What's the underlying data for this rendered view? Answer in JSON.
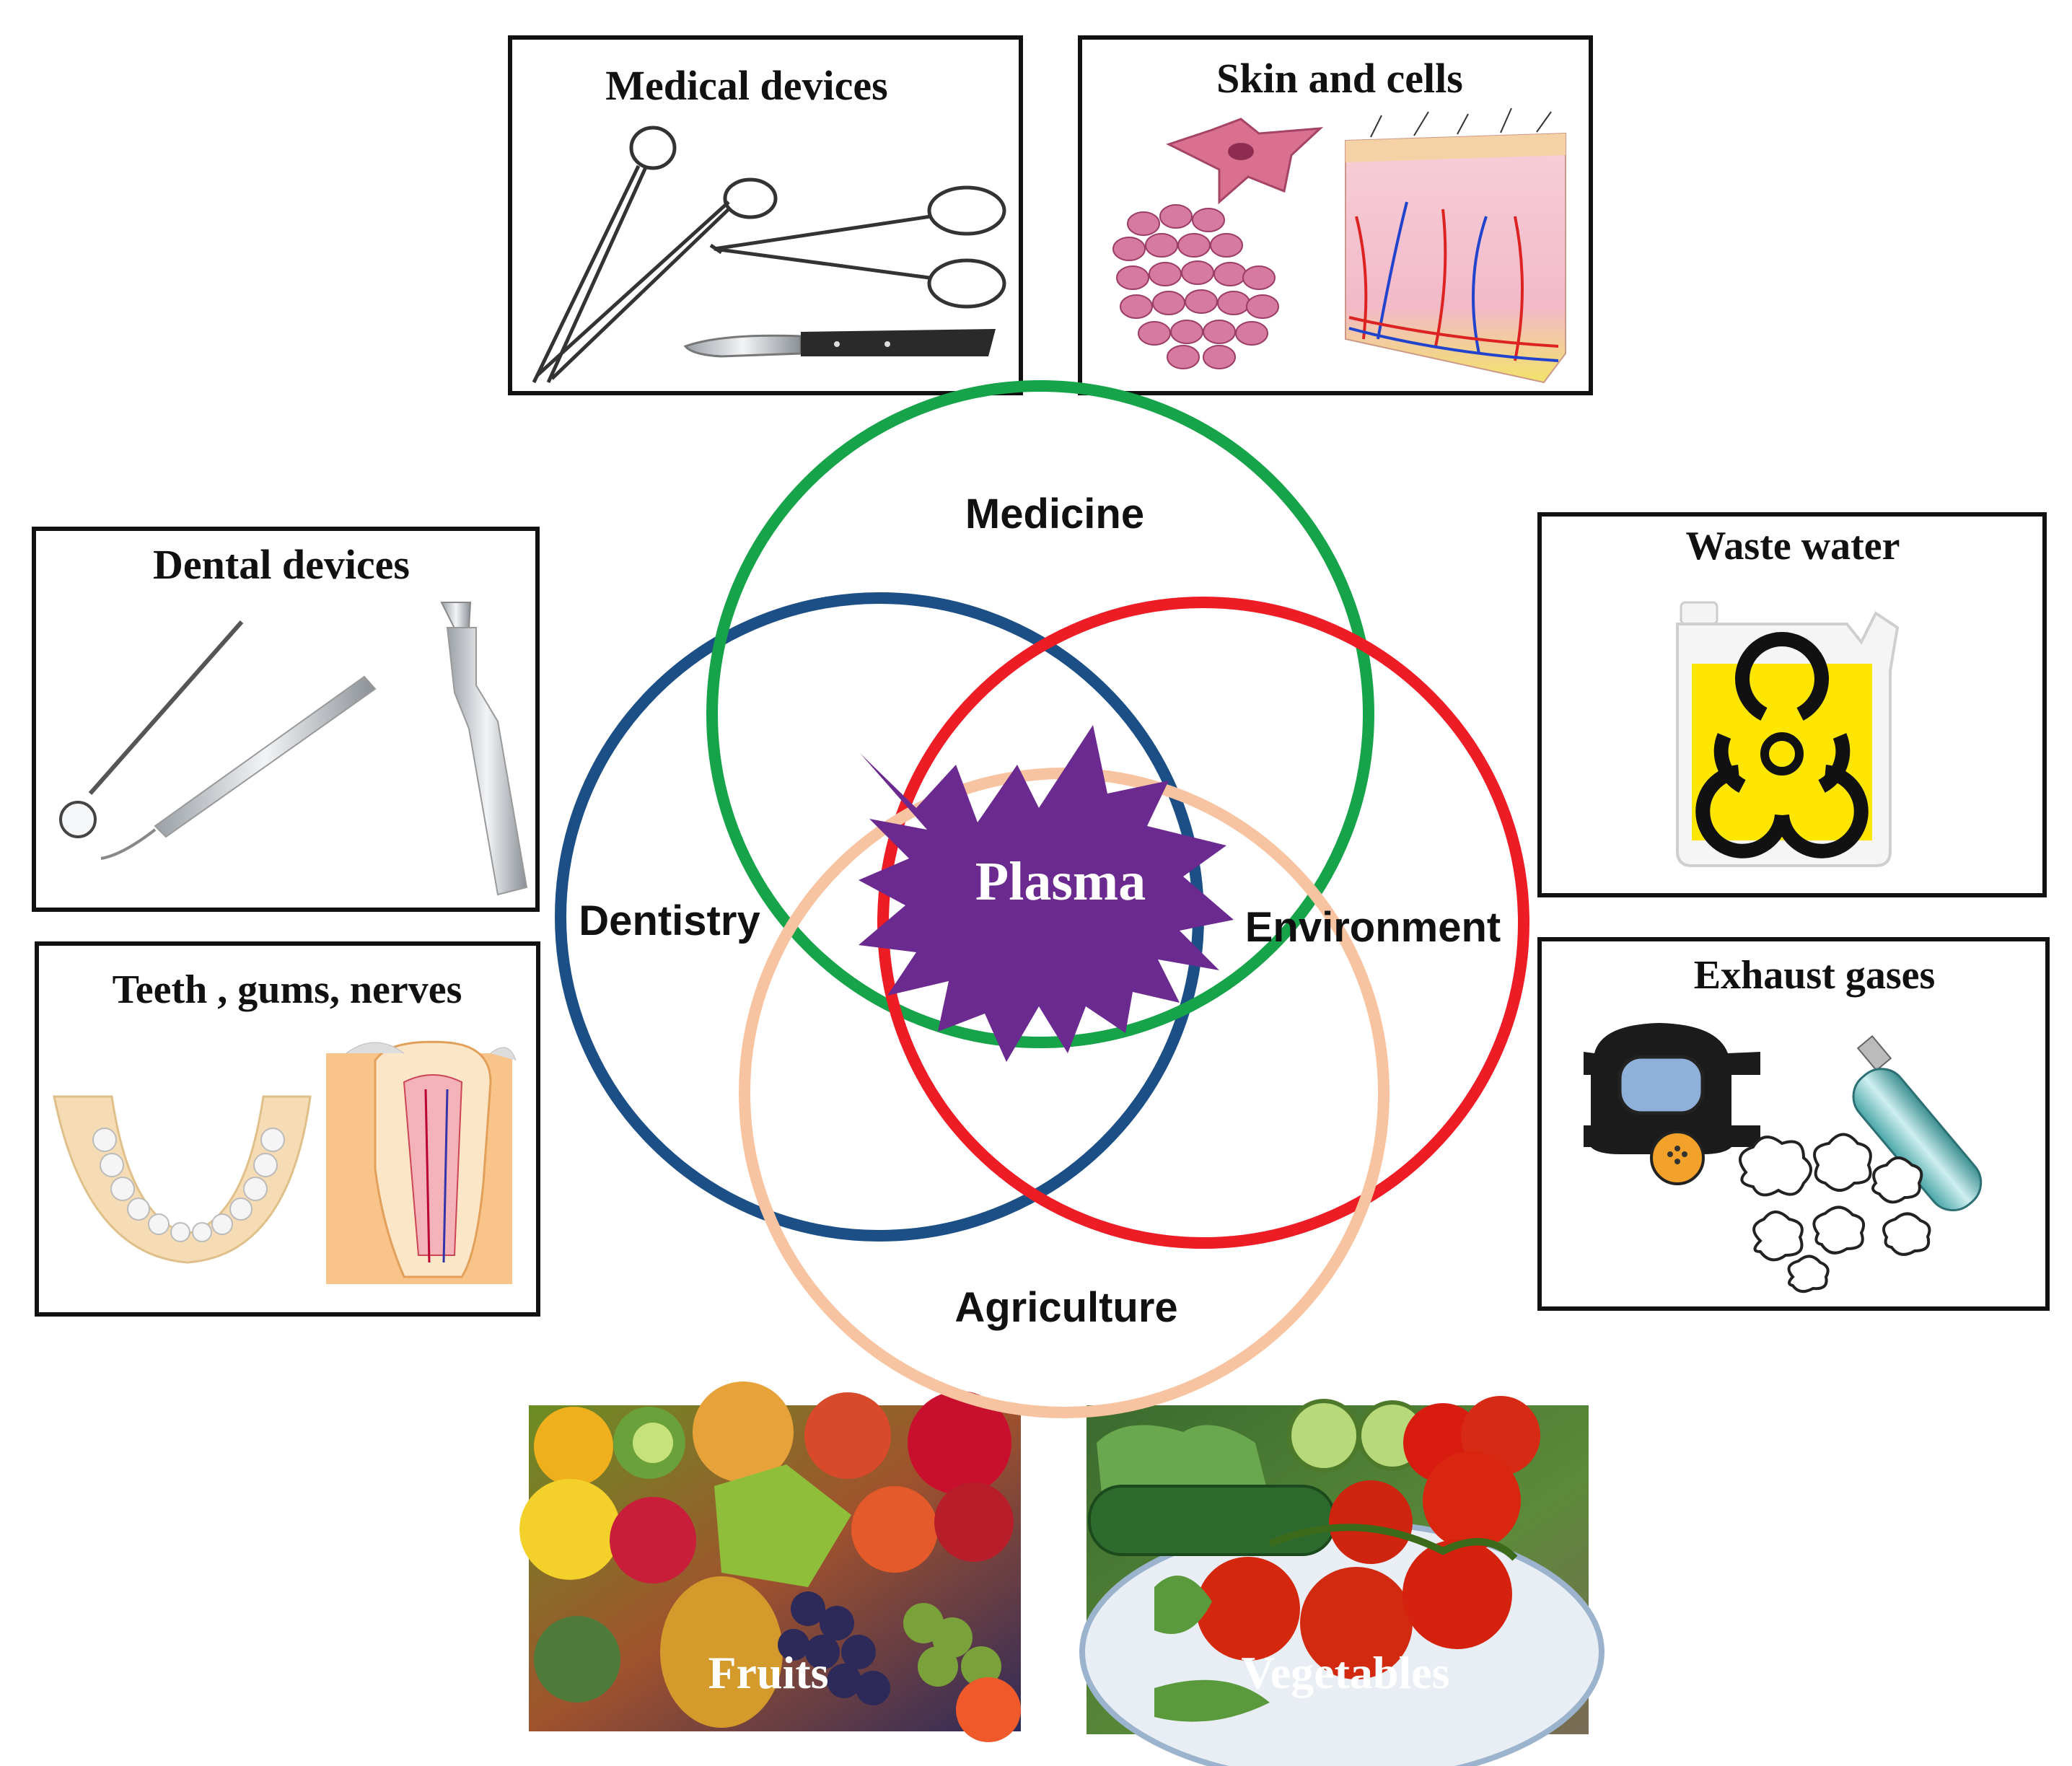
{
  "center": {
    "label": "Plasma",
    "color": "#6b2a8f"
  },
  "circles": {
    "medicine": {
      "label": "Medicine",
      "color": "#17a34a"
    },
    "dentistry": {
      "label": "Dentistry",
      "color": "#1c4f86"
    },
    "environment": {
      "label": "Environment",
      "color": "#ee1c25"
    },
    "agriculture": {
      "label": "Agriculture",
      "color": "#f8c3a0"
    }
  },
  "panels": {
    "medical_devices": {
      "title": "Medical devices",
      "icons": [
        "hemostat-forceps-icon",
        "surgical-scissors-icon",
        "scalpel-icon"
      ]
    },
    "skin_cells": {
      "title": "Skin and cells",
      "icons": [
        "cell-icon",
        "cell-cluster-icon",
        "skin-layers-icon"
      ]
    },
    "dental_devices": {
      "title": "Dental devices",
      "icons": [
        "dental-mirror-icon",
        "dental-probe-icon",
        "dental-handpiece-icon"
      ]
    },
    "teeth": {
      "title": "Teeth , gums, nerves",
      "icons": [
        "dental-arch-icon",
        "tooth-cross-section-icon"
      ]
    },
    "waste_water": {
      "title": "Waste water",
      "icons": [
        "jerrycan-icon",
        "biohazard-icon"
      ]
    },
    "exhaust": {
      "title": "Exhaust gases",
      "icons": [
        "gas-mask-icon",
        "gas-cylinder-icon",
        "smoke-icon"
      ]
    }
  },
  "photos": {
    "fruits": {
      "label": "Fruits"
    },
    "vegetables": {
      "label": "Vegetables"
    }
  }
}
